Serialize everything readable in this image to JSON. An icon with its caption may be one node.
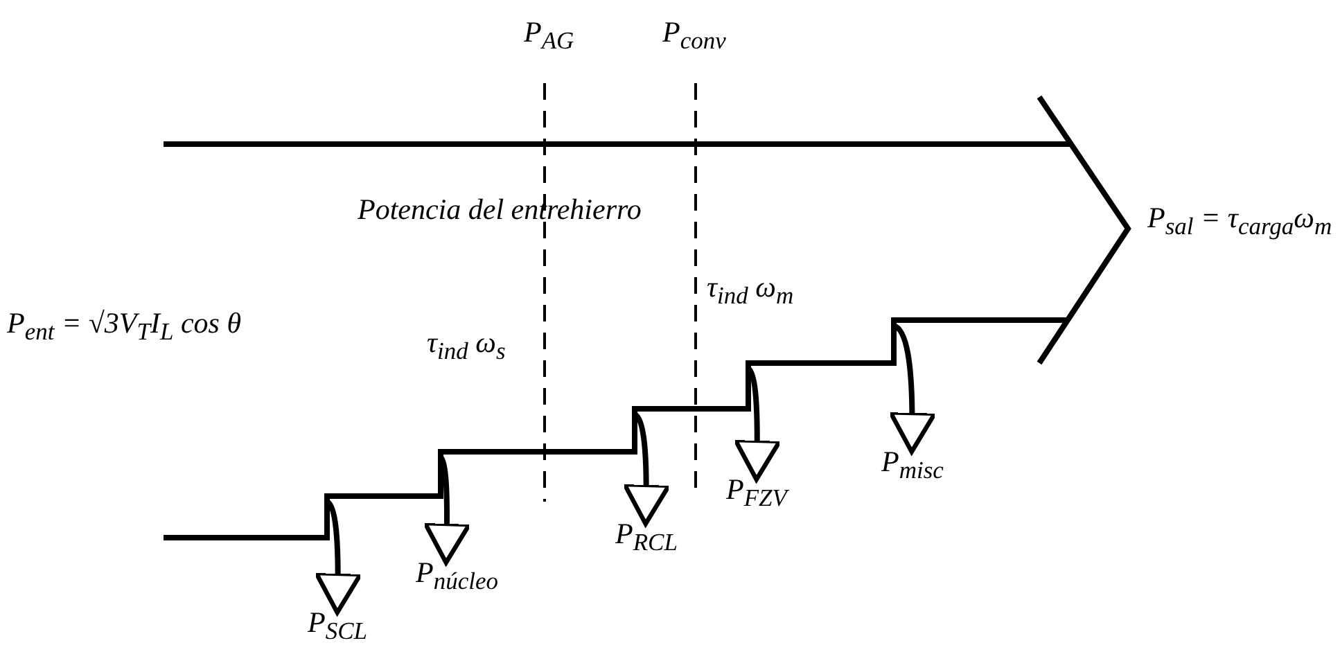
{
  "diagram": {
    "nodes": [
      {
        "text": [
          "P$_{ent}$ = √3V$_{T}$I$_{L}$ cos θ"
        ]
      },
      {
        "text": [
          "P$_{SCL}$"
        ]
      },
      {
        "text": [
          "P$_{núcleo}$"
        ]
      },
      {
        "text": [
          "P$_{RCL}$"
        ]
      },
      {
        "text": [
          "P$_{FZV}$"
        ]
      },
      {
        "text": [
          "P$_{misc}$"
        ]
      },
      {
        "text": [
          "P$_{sal}$ = τ$_{carga}$ω$_{m}$"
        ]
      }
    ],
    "edges": [
      {
        "from": null,
        "to": 1,
        "arrow": "to"
      },
      {
        "from": null,
        "to": 2,
        "arrow": "to"
      },
      {
        "from": null,
        "to": 3,
        "arrow": "to"
      },
      {
        "from": null,
        "to": 4,
        "arrow": "to"
      },
      {
        "from": null,
        "to": 5,
        "arrow": "to"
      }
    ],
    "labels": [
      "P$_{AG}$",
      "P$_{conv}$",
      "Potencia del entrehierro",
      "τ$_{ind}$  ω$_{s}$",
      "τ$_{ind}$  ω$_{m}$"
    ]
  }
}
